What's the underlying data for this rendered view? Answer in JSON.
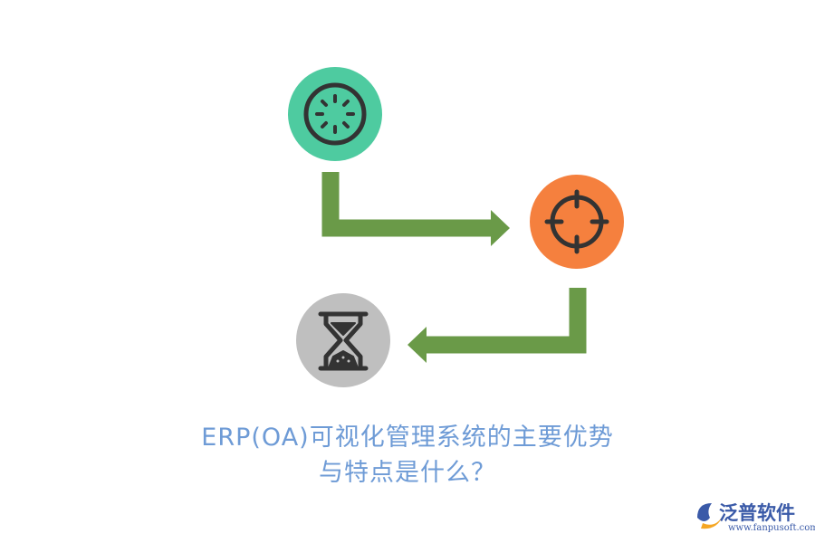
{
  "title": {
    "line1": "ERP(OA)可视化管理系统的主要优势",
    "line2": "与特点是什么？"
  },
  "nodes": [
    {
      "id": "gear",
      "icon": "gear-icon",
      "color": "#4ecba0"
    },
    {
      "id": "target",
      "icon": "crosshair-icon",
      "color": "#f5803e"
    },
    {
      "id": "hourglass",
      "icon": "hourglass-icon",
      "color": "#bfbfbf"
    }
  ],
  "colors": {
    "arrow": "#6a9a48",
    "icon_stroke": "#333333",
    "title": "#6e9bd6"
  },
  "logo": {
    "name": "泛普软件",
    "url": "www.fanpusoft.com"
  }
}
